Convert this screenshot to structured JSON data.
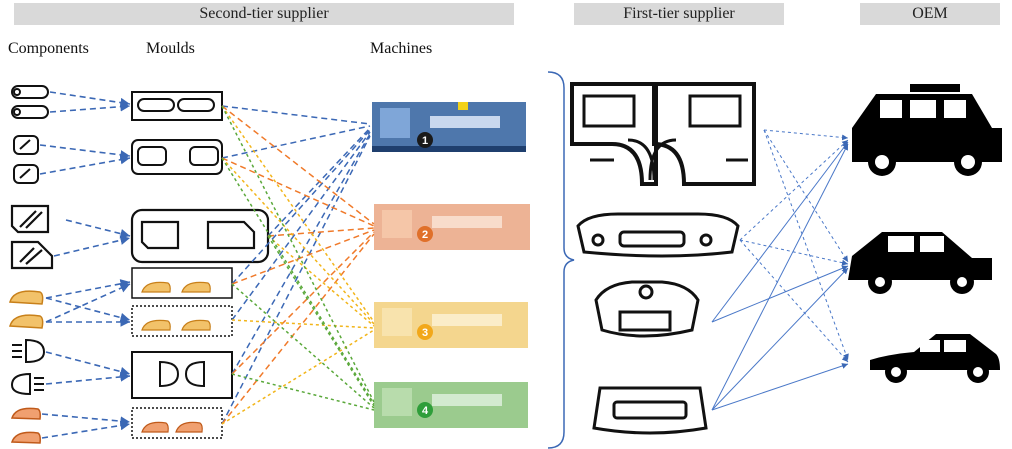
{
  "header": {
    "second_tier": "Second-tier supplier",
    "first_tier": "First-tier supplier",
    "oem": "OEM"
  },
  "columns": {
    "components": "Components",
    "moulds": "Moulds",
    "machines": "Machines"
  },
  "machines": [
    {
      "number": "1",
      "color": "#2f5f9e",
      "badge": "#1a1a1a"
    },
    {
      "number": "2",
      "color": "#e8a07a",
      "badge": "#e0702a"
    },
    {
      "number": "3",
      "color": "#f2cf7a",
      "badge": "#f2a81a"
    },
    {
      "number": "4",
      "color": "#8ac27a",
      "badge": "#2f9e3a"
    }
  ],
  "first_tier_parts": [
    "door-panels",
    "front-bumper",
    "grille-bumper",
    "rear-bumper"
  ],
  "oem_vehicles": [
    "suv",
    "hatchback",
    "sedan"
  ],
  "colors": {
    "link_blue": "#3b68b5",
    "link_orange": "#f07a2a",
    "link_yellow": "#f2b51a",
    "link_green": "#5aa83a",
    "link_thin_blue": "#4a78c8",
    "tier_bar": "#d9d9d9"
  }
}
